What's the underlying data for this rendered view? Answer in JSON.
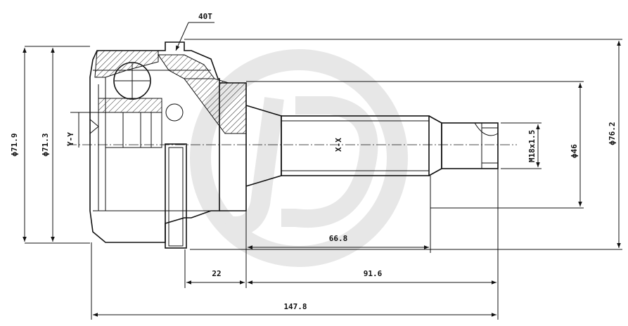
{
  "diagram": {
    "labels": {
      "teeth": "40T",
      "dia_outer": "ϕ71.9",
      "dia_body": "ϕ71.3",
      "axis_y": "Y-Y",
      "axis_x": "X-X",
      "thread": "M18x1.5",
      "dia_shaft": "ϕ46",
      "dia_ring": "ϕ76.2",
      "len_spline": "66.8",
      "len_ring": "22",
      "len_stub": "91.6",
      "len_total": "147.8"
    },
    "colors": {
      "line": "#111111",
      "watermark": "#d9d9d9",
      "hatch": "#111111"
    },
    "watermark": {
      "icon": "jd-logo-watermark"
    }
  }
}
